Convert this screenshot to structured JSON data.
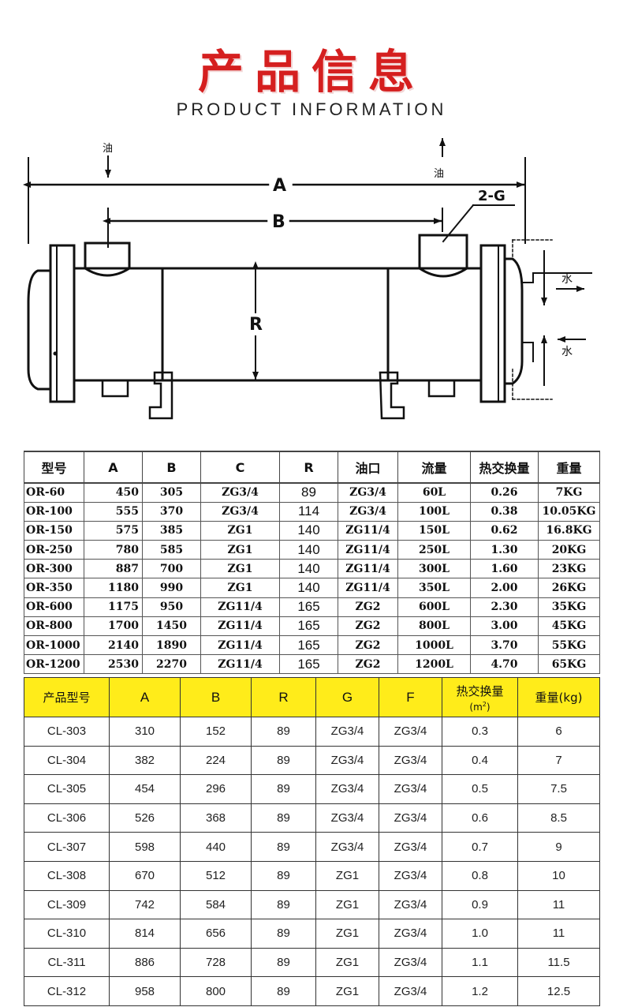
{
  "header": {
    "title_cn": "产品信息",
    "title_en": "PRODUCT INFORMATION"
  },
  "diagram": {
    "label_oil_in": "油",
    "label_oil_out": "油",
    "label_A": "A",
    "label_B": "B",
    "label_R": "R",
    "label_2G": "2-G",
    "label_water_out": "水",
    "label_water_in": "水"
  },
  "table_or": {
    "headers": [
      "型号",
      "A",
      "B",
      "C",
      "R",
      "油口",
      "流量",
      "热交换量",
      "重量"
    ],
    "rows": [
      [
        "OR-60",
        "450",
        "305",
        "ZG3/4",
        "89",
        "ZG3/4",
        "60L",
        "0.26",
        "7KG"
      ],
      [
        "OR-100",
        "555",
        "370",
        "ZG3/4",
        "114",
        "ZG3/4",
        "100L",
        "0.38",
        "10.05KG"
      ],
      [
        "OR-150",
        "575",
        "385",
        "ZG1",
        "140",
        "ZG11/4",
        "150L",
        "0.62",
        "16.8KG"
      ],
      [
        "OR-250",
        "780",
        "585",
        "ZG1",
        "140",
        "ZG11/4",
        "250L",
        "1.30",
        "20KG"
      ],
      [
        "OR-300",
        "887",
        "700",
        "ZG1",
        "140",
        "ZG11/4",
        "300L",
        "1.60",
        "23KG"
      ],
      [
        "OR-350",
        "1180",
        "990",
        "ZG1",
        "140",
        "ZG11/4",
        "350L",
        "2.00",
        "26KG"
      ],
      [
        "OR-600",
        "1175",
        "950",
        "ZG11/4",
        "165",
        "ZG2",
        "600L",
        "2.30",
        "35KG"
      ],
      [
        "OR-800",
        "1700",
        "1450",
        "ZG11/4",
        "165",
        "ZG2",
        "800L",
        "3.00",
        "45KG"
      ],
      [
        "OR-1000",
        "2140",
        "1890",
        "ZG11/4",
        "165",
        "ZG2",
        "1000L",
        "3.70",
        "55KG"
      ],
      [
        "OR-1200",
        "2530",
        "2270",
        "ZG11/4",
        "165",
        "ZG2",
        "1200L",
        "4.70",
        "65KG"
      ]
    ]
  },
  "table_cl": {
    "headers": {
      "model": "产品型号",
      "a": "A",
      "b": "B",
      "r": "R",
      "g": "G",
      "f": "F",
      "heat_line1": "热交换量",
      "heat_unit": "(m",
      "heat_sup": "2",
      "heat_close": ")",
      "weight": "重量(kg)"
    },
    "rows": [
      [
        "CL-303",
        "310",
        "152",
        "89",
        "ZG3/4",
        "ZG3/4",
        "0.3",
        "6"
      ],
      [
        "CL-304",
        "382",
        "224",
        "89",
        "ZG3/4",
        "ZG3/4",
        "0.4",
        "7"
      ],
      [
        "CL-305",
        "454",
        "296",
        "89",
        "ZG3/4",
        "ZG3/4",
        "0.5",
        "7.5"
      ],
      [
        "CL-306",
        "526",
        "368",
        "89",
        "ZG3/4",
        "ZG3/4",
        "0.6",
        "8.5"
      ],
      [
        "CL-307",
        "598",
        "440",
        "89",
        "ZG3/4",
        "ZG3/4",
        "0.7",
        "9"
      ],
      [
        "CL-308",
        "670",
        "512",
        "89",
        "ZG1",
        "ZG3/4",
        "0.8",
        "10"
      ],
      [
        "CL-309",
        "742",
        "584",
        "89",
        "ZG1",
        "ZG3/4",
        "0.9",
        "11"
      ],
      [
        "CL-310",
        "814",
        "656",
        "89",
        "ZG1",
        "ZG3/4",
        "1.0",
        "11"
      ],
      [
        "CL-311",
        "886",
        "728",
        "89",
        "ZG1",
        "ZG3/4",
        "1.1",
        "11.5"
      ],
      [
        "CL-312",
        "958",
        "800",
        "89",
        "ZG1",
        "ZG3/4",
        "1.2",
        "12.5"
      ]
    ]
  }
}
